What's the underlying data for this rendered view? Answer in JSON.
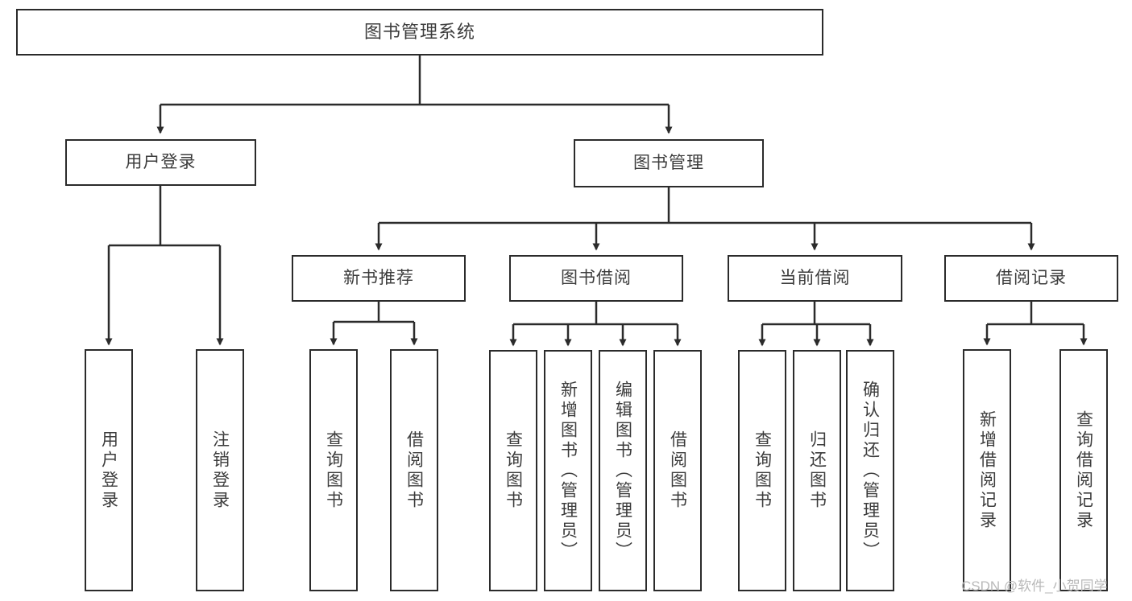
{
  "diagram": {
    "title": "图书管理系统",
    "watermark": "CSDN @软件_小贺同学",
    "colors": {
      "stroke": "#2b2b2b",
      "text": "#3c3c3c",
      "background": "#ffffff",
      "watermark": "#b9b9b9"
    },
    "nodes": {
      "root": {
        "label": "图书管理系统"
      },
      "level1": [
        {
          "id": "user-login",
          "label": "用户登录"
        },
        {
          "id": "book-management",
          "label": "图书管理"
        }
      ],
      "level2": [
        {
          "id": "new-book-recommend",
          "label": "新书推荐"
        },
        {
          "id": "book-borrow",
          "label": "图书借阅"
        },
        {
          "id": "current-borrow",
          "label": "当前借阅"
        },
        {
          "id": "borrow-record",
          "label": "借阅记录"
        }
      ],
      "leaves": {
        "user-login": [
          {
            "id": "leaf-user-login",
            "label": "用户登录"
          },
          {
            "id": "leaf-logout-login",
            "label": "注销登录"
          }
        ],
        "new-book-recommend": [
          {
            "id": "leaf-query-book-1",
            "label": "查询图书"
          },
          {
            "id": "leaf-borrow-book-1",
            "label": "借阅图书"
          }
        ],
        "book-borrow": [
          {
            "id": "leaf-query-book-2",
            "label": "查询图书"
          },
          {
            "id": "leaf-add-book-admin",
            "label": "新增图书（管理员）"
          },
          {
            "id": "leaf-edit-book-admin",
            "label": "编辑图书（管理员）"
          },
          {
            "id": "leaf-borrow-book-2",
            "label": "借阅图书"
          }
        ],
        "current-borrow": [
          {
            "id": "leaf-query-book-3",
            "label": "查询图书"
          },
          {
            "id": "leaf-return-book",
            "label": "归还图书"
          },
          {
            "id": "leaf-confirm-return-admin",
            "label": "确认归还（管理员）"
          }
        ],
        "borrow-record": [
          {
            "id": "leaf-add-borrow-record",
            "label": "新增借阅记录"
          },
          {
            "id": "leaf-query-borrow-record",
            "label": "查询借阅记录"
          }
        ]
      }
    }
  }
}
